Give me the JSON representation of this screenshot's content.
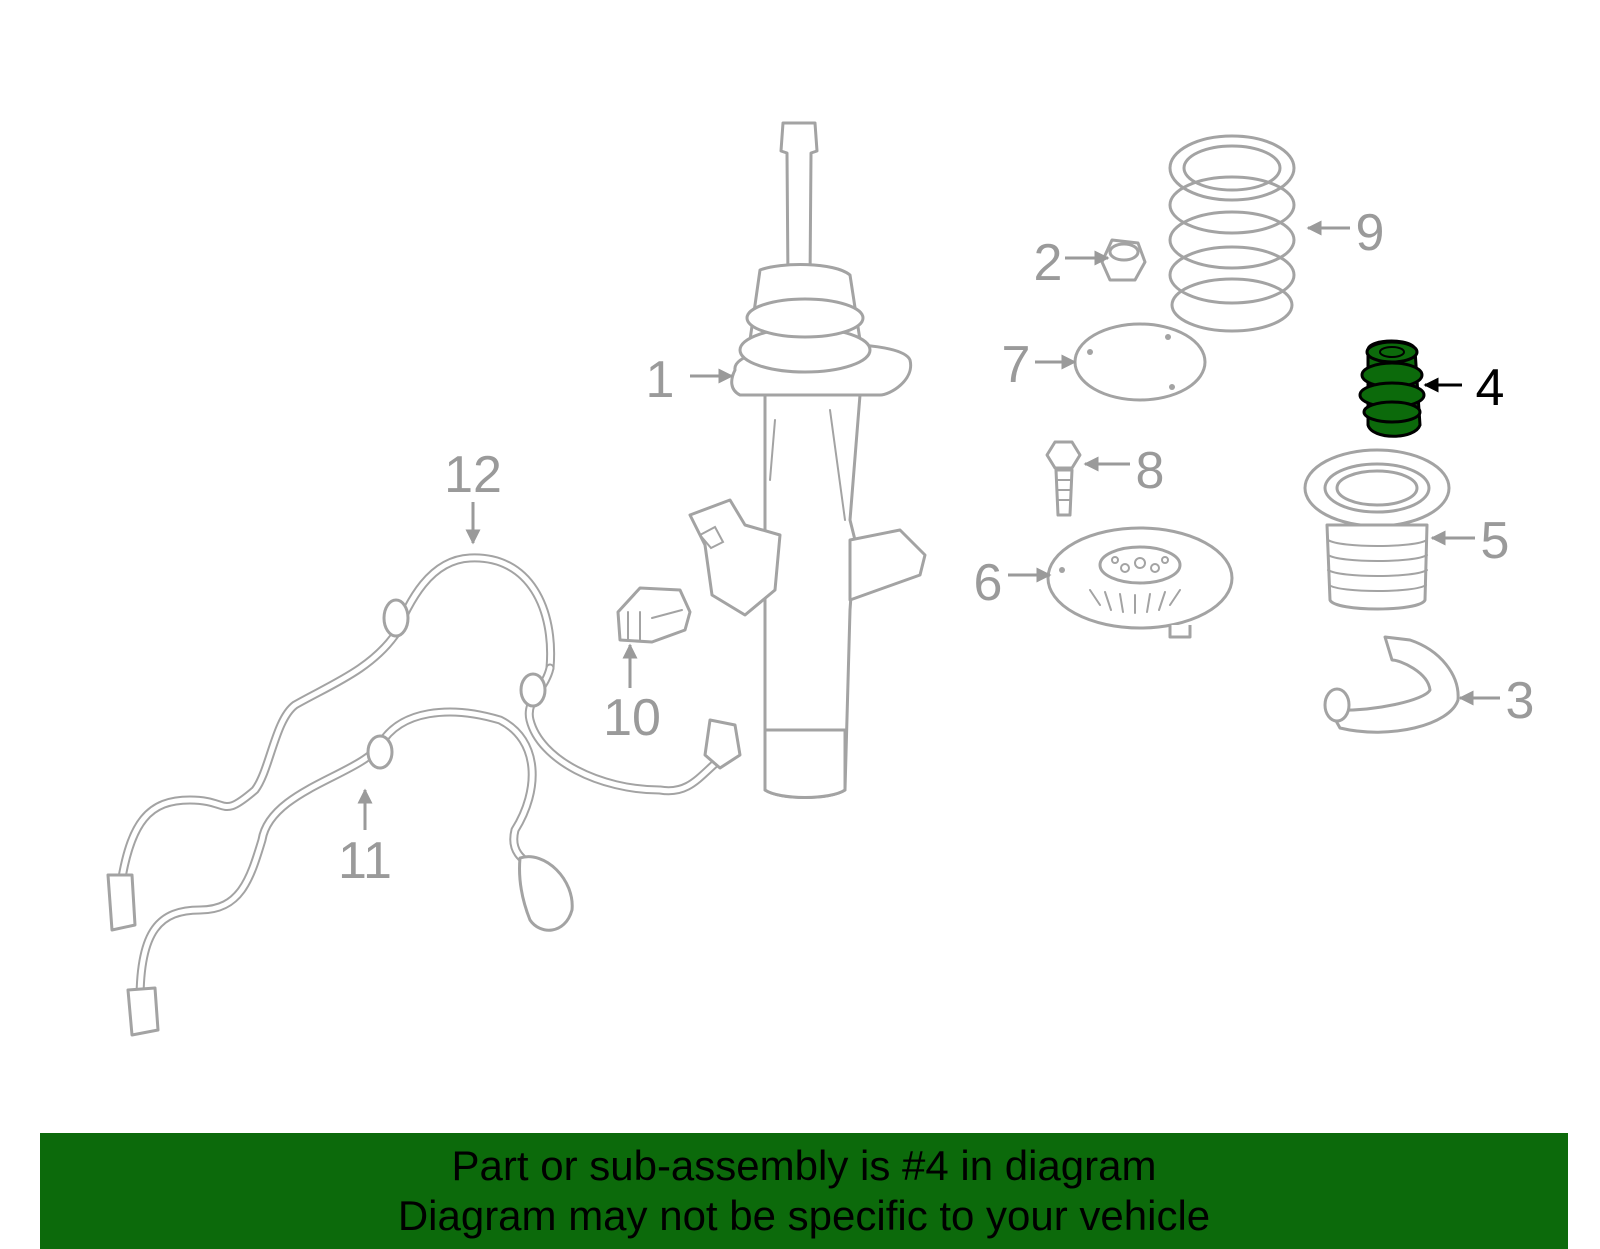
{
  "highlight_color": "#0c6a0b",
  "callouts": [
    {
      "id": "1",
      "label": "1"
    },
    {
      "id": "2",
      "label": "2"
    },
    {
      "id": "3",
      "label": "3"
    },
    {
      "id": "4",
      "label": "4",
      "highlighted": true
    },
    {
      "id": "5",
      "label": "5"
    },
    {
      "id": "6",
      "label": "6"
    },
    {
      "id": "7",
      "label": "7"
    },
    {
      "id": "8",
      "label": "8"
    },
    {
      "id": "9",
      "label": "9"
    },
    {
      "id": "10",
      "label": "10"
    },
    {
      "id": "11",
      "label": "11"
    },
    {
      "id": "12",
      "label": "12"
    }
  ],
  "banner": {
    "line1": "Part or sub-assembly is #4 in diagram",
    "line2": "Diagram may not be specific to your vehicle"
  }
}
